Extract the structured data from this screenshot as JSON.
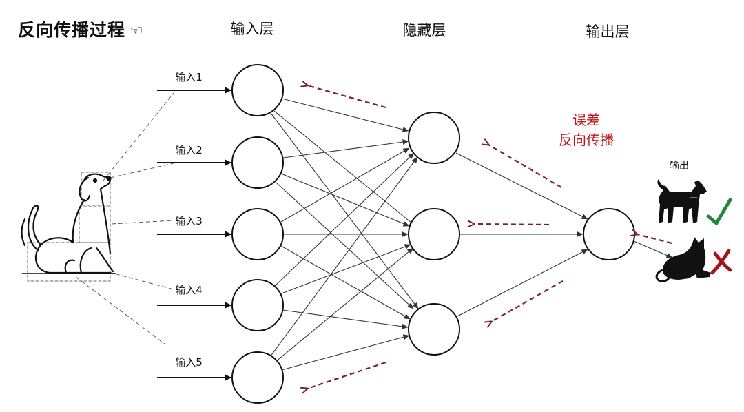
{
  "title": "反向传播过程",
  "title_hand_icon": "☜",
  "layers": {
    "input": "输入层",
    "hidden": "隐藏层",
    "output": "输出层"
  },
  "inputs": [
    "输入1",
    "输入2",
    "输入3",
    "输入4",
    "输入5"
  ],
  "error_label": {
    "line1": "误差",
    "line2": "反向传播",
    "color": "#c0151b"
  },
  "output": {
    "label": "输出",
    "dog": {
      "icon": "dog-silhouette-icon",
      "status": "check-mark-icon",
      "color": "#1f8a3a"
    },
    "cat": {
      "icon": "cat-silhouette-icon",
      "status": "cross-mark-icon",
      "color": "#a3151b"
    }
  },
  "backprop_arrow_color": "#7a1f2e",
  "dog_sketch_icon": "dog-sketch-icon"
}
